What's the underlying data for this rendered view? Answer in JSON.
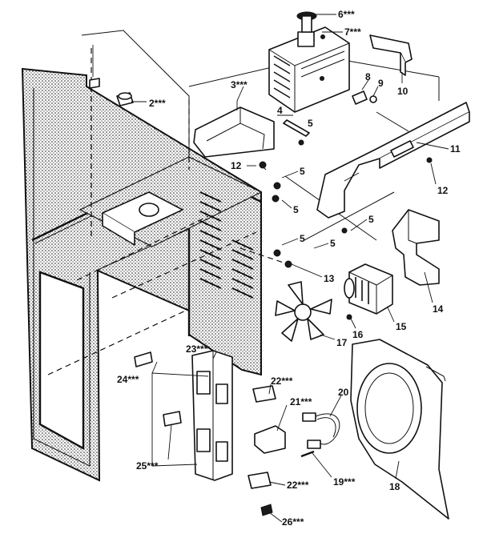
{
  "colors": {
    "line": "#111111",
    "stipple": "#1a1a1a",
    "background": "#ffffff"
  },
  "callouts": {
    "c2": "2***",
    "c3": "3***",
    "c4": "4",
    "c5a": "5",
    "c5b": "5",
    "c5c": "5",
    "c5d": "5",
    "c5e": "5",
    "c5f": "5",
    "c6": "6***",
    "c7": "7***",
    "c8": "8",
    "c9": "9",
    "c10": "10",
    "c11": "11",
    "c12a": "12",
    "c12b": "12",
    "c13": "13",
    "c14": "14",
    "c15": "15",
    "c16": "16",
    "c17": "17",
    "c18": "18",
    "c19": "19***",
    "c20": "20",
    "c21": "21***",
    "c22a": "22***",
    "c22b": "22***",
    "c23": "23***",
    "c24": "24***",
    "c25": "25***",
    "c26": "26***"
  }
}
